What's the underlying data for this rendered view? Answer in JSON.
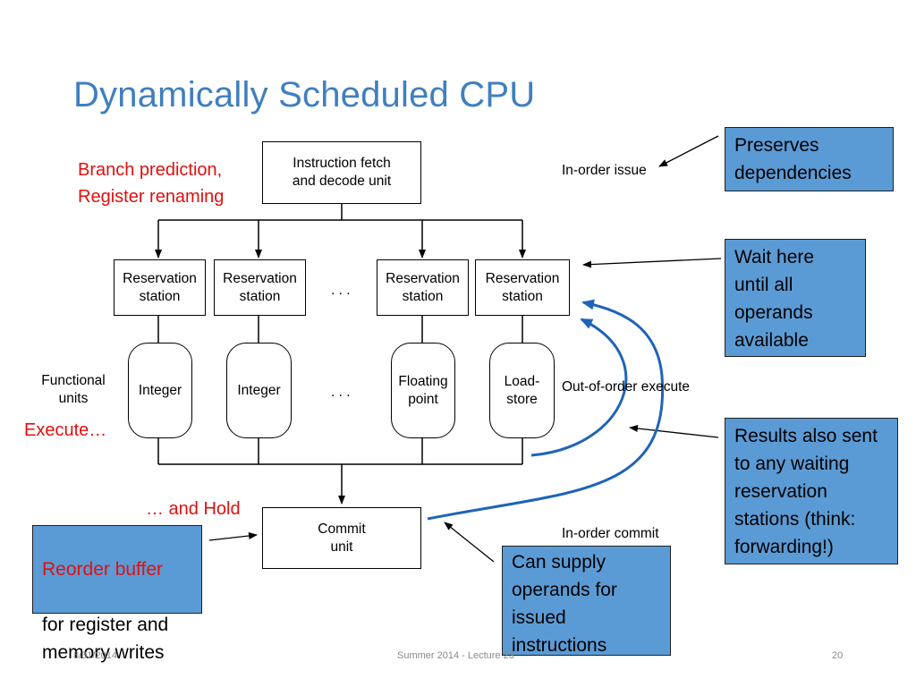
{
  "slide": {
    "title": "Dynamically Scheduled CPU"
  },
  "diagram": {
    "fetch_unit": "Instruction fetch\nand decode unit",
    "reservation_station": "Reservation\nstation",
    "ellipsis": ". . .",
    "functional_units_label": "Functional\nunits",
    "units": [
      "Integer",
      "Integer",
      "Floating\npoint",
      "Load-\nstore"
    ],
    "commit_unit": "Commit\nunit",
    "in_order_issue": "In-order issue",
    "out_of_order_execute": "Out-of-order execute",
    "in_order_commit": "In-order commit"
  },
  "annotations": {
    "branch_prediction": "Branch prediction,",
    "register_renaming": "Register renaming",
    "execute": "Execute…",
    "and_hold": "… and Hold"
  },
  "callouts": {
    "preserves": "Preserves\ndependencies",
    "wait_here": "Wait here\nuntil all\noperands\navailable",
    "results_sent": "Results also sent\nto any waiting\nreservation\nstations (think:\nforwarding!)",
    "can_supply": "Can supply\noperands for\nissued\ninstructions",
    "reorder_buffer_red": "Reorder buffer",
    "reorder_buffer_rest": "for register and\nmemory writes"
  },
  "footer": {
    "date": "8/31/2014",
    "center": "Summer 2014 - Lecture 23",
    "page": "20"
  },
  "colors": {
    "title": "#3f7fc0",
    "accent_red": "#e01010",
    "callout_fill": "#5b9bd5",
    "forward_arrow": "#1f64b8"
  }
}
